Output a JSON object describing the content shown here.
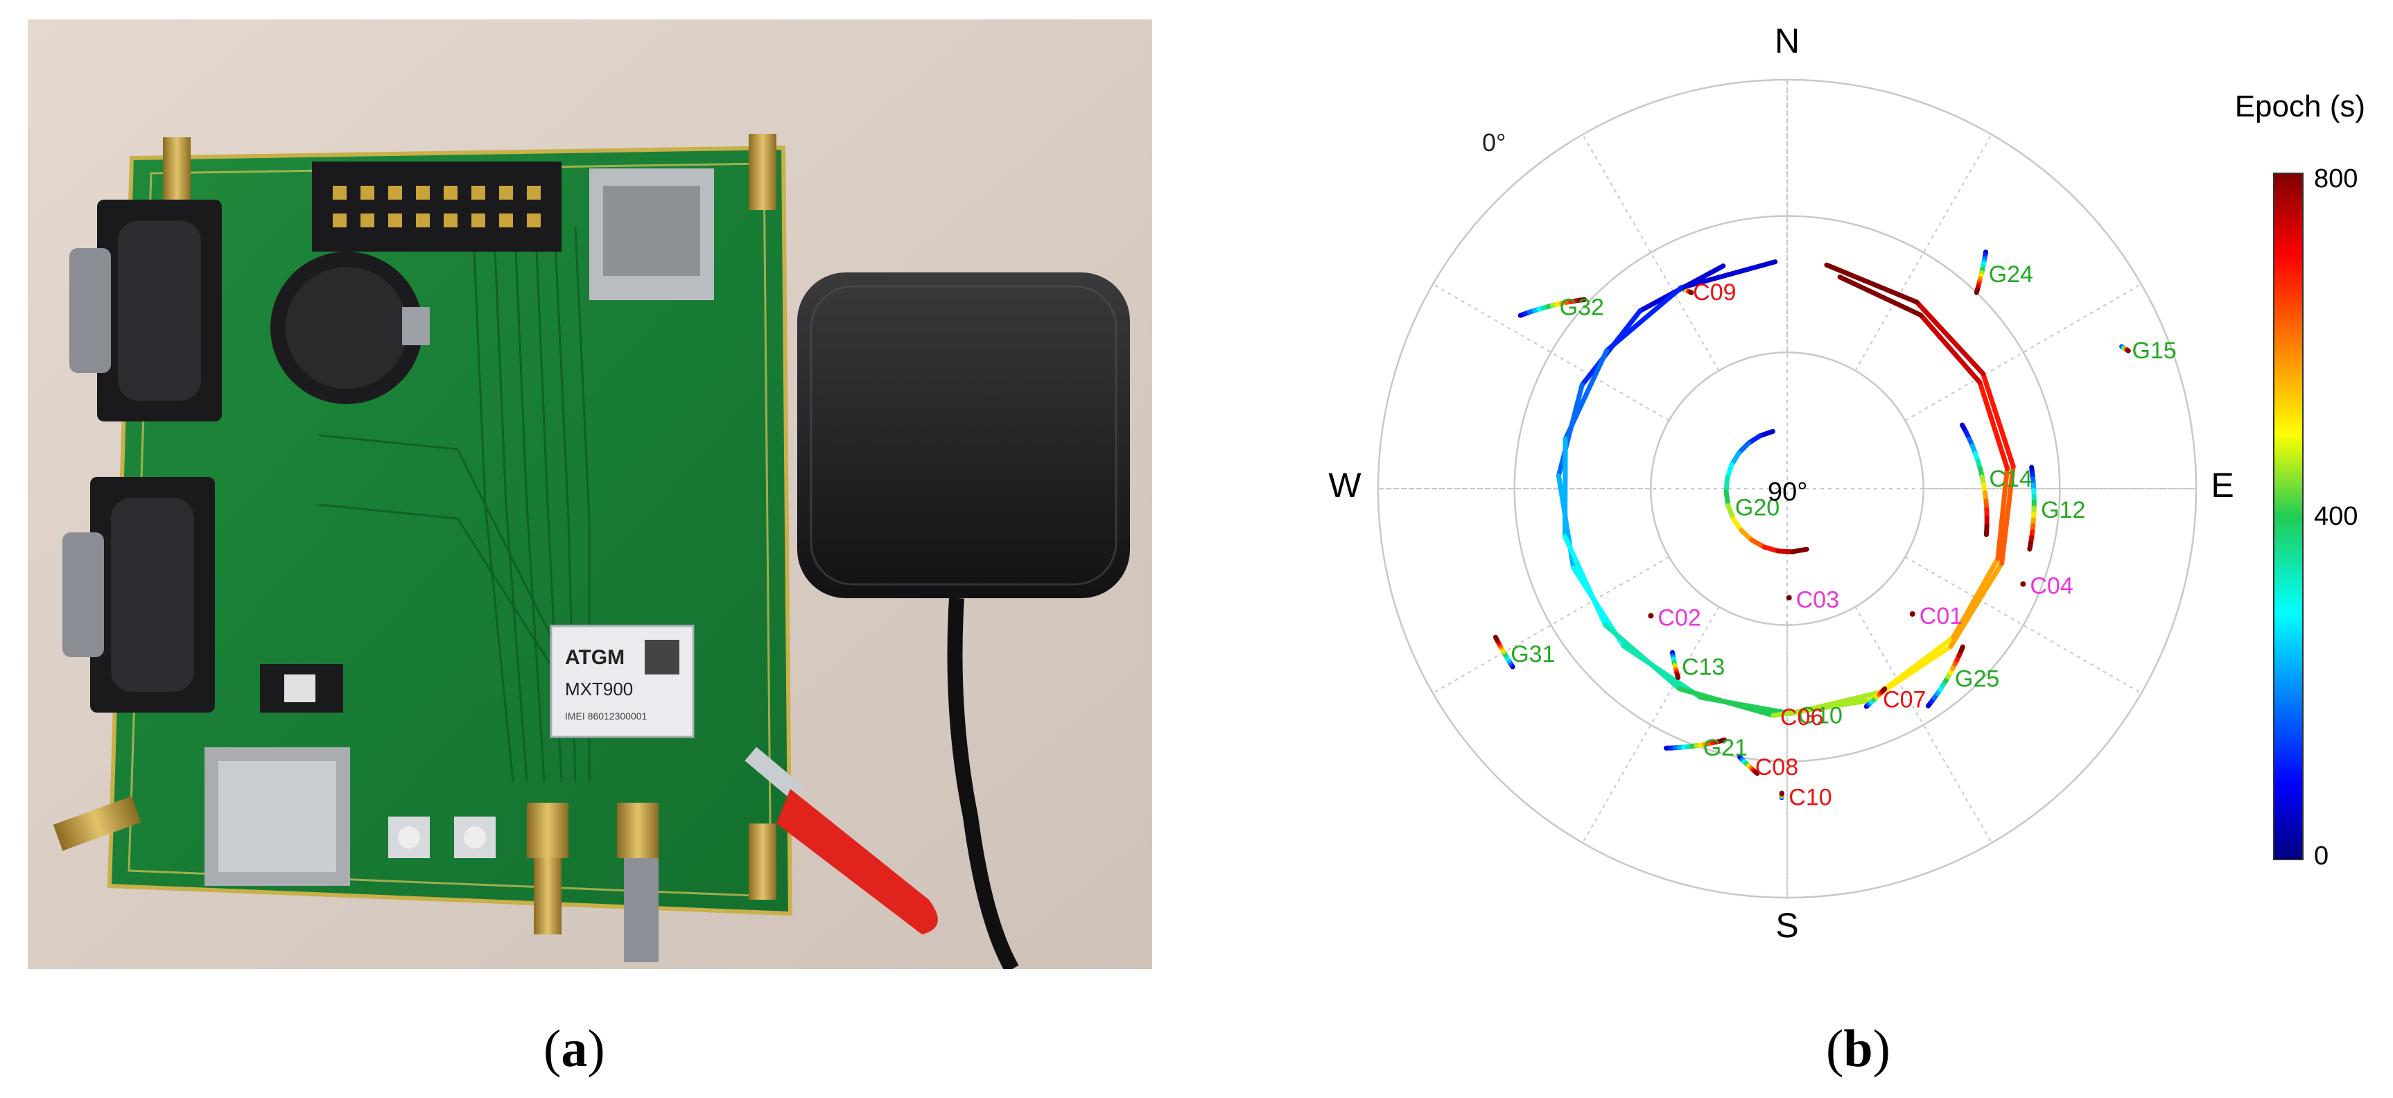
{
  "panel_a": {
    "label_open": "(",
    "label_letter": "a",
    "label_close": ")",
    "module_brand": "ATGM",
    "module_model": "MXT900",
    "module_line": "IMEI 86012300001"
  },
  "panel_b": {
    "label_open": "(",
    "label_letter": "b",
    "label_close": ")",
    "compass": {
      "n": "N",
      "s": "S",
      "e": "E",
      "w": "W"
    },
    "elevation_labels": {
      "outer": "0°",
      "center": "90°"
    },
    "colorbar": {
      "title": "Epoch (s)",
      "max_label": "800",
      "mid_label": "400",
      "min_label": "0",
      "min": 0,
      "max": 800
    },
    "colors": {
      "gps": "#22aa22",
      "bds_red": "#ee1111",
      "bds_magenta": "#ee33dd"
    }
  },
  "chart_data": {
    "type": "skyplot",
    "rings": [
      0,
      30,
      60,
      90
    ],
    "series": [
      {
        "name": "G24",
        "system": "GPS",
        "label_color": "gps",
        "az_start": 40,
        "el_start": 22,
        "az_end": 44,
        "el_end": 30
      },
      {
        "name": "G15",
        "system": "GPS",
        "label_color": "gps",
        "az_start": 67,
        "el_start": 10,
        "az_end": 68,
        "el_end": 9
      },
      {
        "name": "G32",
        "system": "GPS",
        "label_color": "gps",
        "az_start": 303,
        "el_start": 20,
        "az_end": 313,
        "el_end": 29
      },
      {
        "name": "C09",
        "system": "BDS",
        "label_color": "bds_red",
        "az_start": 332,
        "el_start": 40,
        "az_end": 334,
        "el_end": 42
      },
      {
        "name": "G10",
        "system": "GPS",
        "label_color": "gps",
        "az_start": 344,
        "el_start": 39,
        "az_end": 14,
        "el_end": 42
      },
      {
        "name": "C06",
        "system": "BDS",
        "label_color": "bds_red",
        "az_start": 357,
        "el_start": 40,
        "az_end": 10,
        "el_end": 40
      },
      {
        "name": "G20",
        "system": "GPS",
        "label_color": "gps",
        "az_start": 346,
        "el_start": 77,
        "az_end": 162,
        "el_end": 76
      },
      {
        "name": "C14",
        "system": "BDS",
        "label_color": "gps",
        "az_start": 70,
        "el_start": 49,
        "az_end": 103,
        "el_end": 45
      },
      {
        "name": "G12",
        "system": "GPS",
        "label_color": "gps",
        "az_start": 85,
        "el_start": 36,
        "az_end": 104,
        "el_end": 35
      },
      {
        "name": "C04",
        "system": "BDS",
        "label_color": "bds_magenta",
        "az_start": 112,
        "el_start": 34,
        "az_end": 112,
        "el_end": 34
      },
      {
        "name": "C01",
        "system": "BDS",
        "label_color": "bds_magenta",
        "az_start": 135,
        "el_start": 51,
        "az_end": 135,
        "el_end": 51
      },
      {
        "name": "C03",
        "system": "BDS",
        "label_color": "bds_magenta",
        "az_start": 179,
        "el_start": 66,
        "az_end": 179,
        "el_end": 66
      },
      {
        "name": "C02",
        "system": "BDS",
        "label_color": "bds_magenta",
        "az_start": 227,
        "el_start": 49,
        "az_end": 227,
        "el_end": 49
      },
      {
        "name": "G25",
        "system": "GPS",
        "label_color": "gps",
        "az_start": 147,
        "el_start": 33,
        "az_end": 132,
        "el_end": 38
      },
      {
        "name": "C07",
        "system": "BDS",
        "label_color": "bds_red",
        "az_start": 160,
        "el_start": 39,
        "az_end": 154,
        "el_end": 41
      },
      {
        "name": "C13",
        "system": "BDS",
        "label_color": "gps",
        "az_start": 215,
        "el_start": 46,
        "az_end": 210,
        "el_end": 42
      },
      {
        "name": "G31",
        "system": "GPS",
        "label_color": "gps",
        "az_start": 237,
        "el_start": 18,
        "az_end": 243,
        "el_end": 18
      },
      {
        "name": "G21",
        "system": "GPS",
        "label_color": "gps",
        "az_start": 205,
        "el_start": 27,
        "az_end": 194,
        "el_end": 33
      },
      {
        "name": "C08",
        "system": "BDS",
        "label_color": "bds_red",
        "az_start": 190,
        "el_start": 30,
        "az_end": 186,
        "el_end": 27
      },
      {
        "name": "C10",
        "system": "BDS",
        "label_color": "bds_red",
        "az_start": 181,
        "el_start": 22,
        "az_end": 181,
        "el_end": 23
      }
    ]
  }
}
